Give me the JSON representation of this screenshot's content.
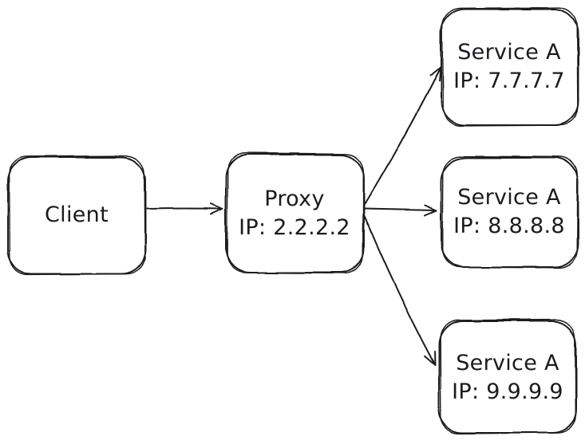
{
  "canvas": {
    "background": "#ffffff"
  },
  "style": {
    "stroke_color": "#1b1b1f",
    "text_color": "#1b1b1f"
  },
  "nodes": [
    {
      "id": "client",
      "label": "Client",
      "sublabel": ""
    },
    {
      "id": "proxy",
      "label": "Proxy",
      "sublabel": "IP: 2.2.2.2"
    },
    {
      "id": "service-a-1",
      "label": "Service A",
      "sublabel": "IP: 7.7.7.7"
    },
    {
      "id": "service-a-2",
      "label": "Service A",
      "sublabel": "IP: 8.8.8.8"
    },
    {
      "id": "service-a-3",
      "label": "Service A",
      "sublabel": "IP: 9.9.9.9"
    }
  ],
  "edges": [
    {
      "from": "client",
      "to": "proxy"
    },
    {
      "from": "proxy",
      "to": "service-a-1"
    },
    {
      "from": "proxy",
      "to": "service-a-2"
    },
    {
      "from": "proxy",
      "to": "service-a-3"
    }
  ]
}
